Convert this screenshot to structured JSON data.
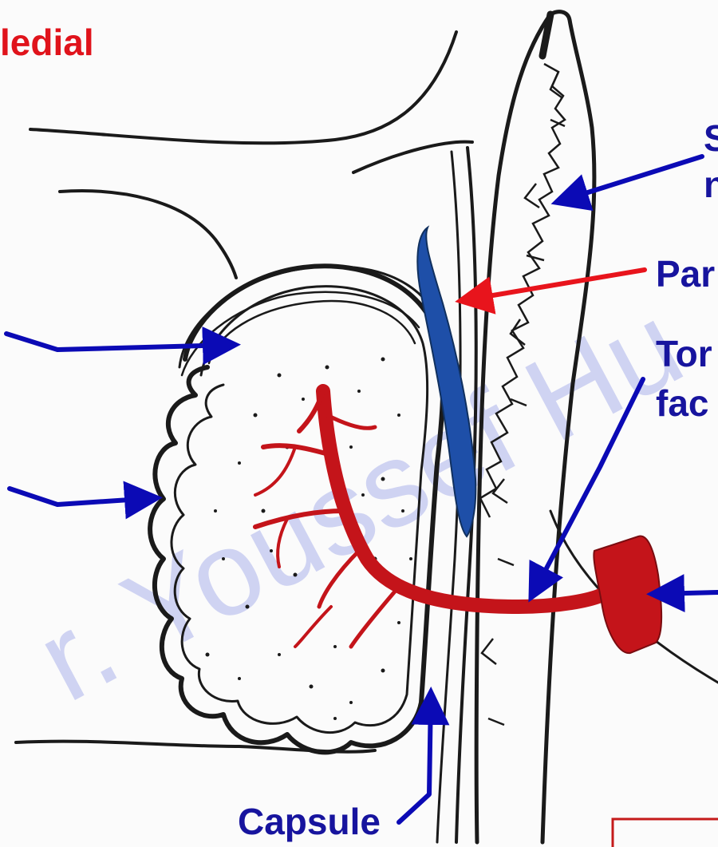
{
  "labels": {
    "top_left": "ledial",
    "right_1_line1": "S",
    "right_1_line2": "n",
    "right_2": "Par",
    "right_3_line1": "Tor",
    "right_3_line2": "fac",
    "bottom": "Capsule"
  },
  "watermark": "r. Youssef Hu",
  "colors": {
    "label_blue": "#17149e",
    "label_red": "#e0131b",
    "arrow_blue": "#0b0ab5",
    "arrow_red": "#e8141c",
    "tube_blue": "#1e4fa8",
    "vessel_red": "#c4141a",
    "ink": "#1a1a1a"
  }
}
